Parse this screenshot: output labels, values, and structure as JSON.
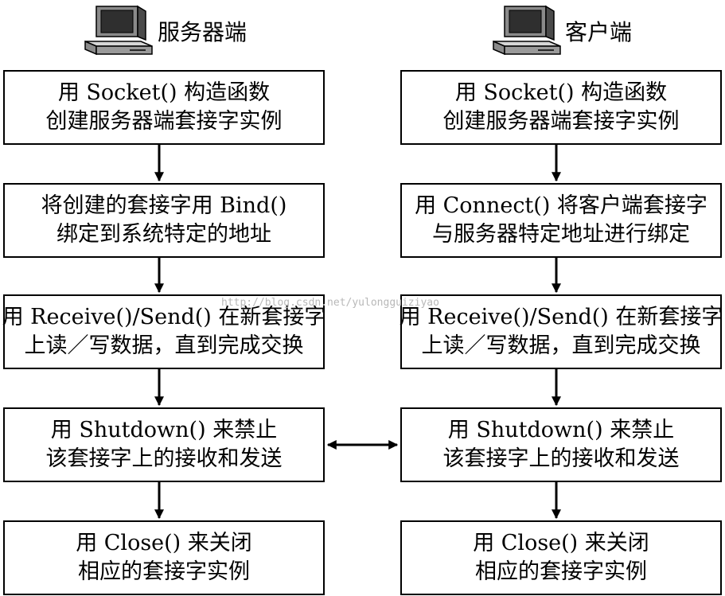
{
  "server": {
    "title": "服务器端",
    "icon": "computer-icon",
    "steps": [
      {
        "line1": "用 Socket() 构造函数",
        "line2": "创建服务器端套接字实例"
      },
      {
        "line1": "将创建的套接字用 Bind()",
        "line2": "绑定到系统特定的地址"
      },
      {
        "line1": "用 Receive()/Send() 在新套接字",
        "line2": "上读／写数据，直到完成交换"
      },
      {
        "line1": "用 Shutdown() 来禁止",
        "line2": "该套接字上的接收和发送"
      },
      {
        "line1": "用 Close() 来关闭",
        "line2": "相应的套接字实例"
      }
    ]
  },
  "client": {
    "title": "客户端",
    "icon": "computer-icon",
    "steps": [
      {
        "line1": "用 Socket() 构造函数",
        "line2": "创建服务器端套接字实例"
      },
      {
        "line1": "用 Connect() 将客户端套接字",
        "line2": "与服务器特定地址进行绑定"
      },
      {
        "line1": "用 Receive()/Send() 在新套接字",
        "line2": "上读／写数据，直到完成交换"
      },
      {
        "line1": "用 Shutdown() 来禁止",
        "line2": "该套接字上的接收和发送"
      },
      {
        "line1": "用 Close() 来关闭",
        "line2": "相应的套接字实例"
      }
    ]
  },
  "watermark": "http://blog.csdn.net/yulongguiziyao",
  "colors": {
    "stroke": "#000000",
    "monitor_body": "#8a8a8a",
    "monitor_light": "#d6d6d6",
    "monitor_dark": "#4a4a4a",
    "screen": "#2f2f2f"
  }
}
